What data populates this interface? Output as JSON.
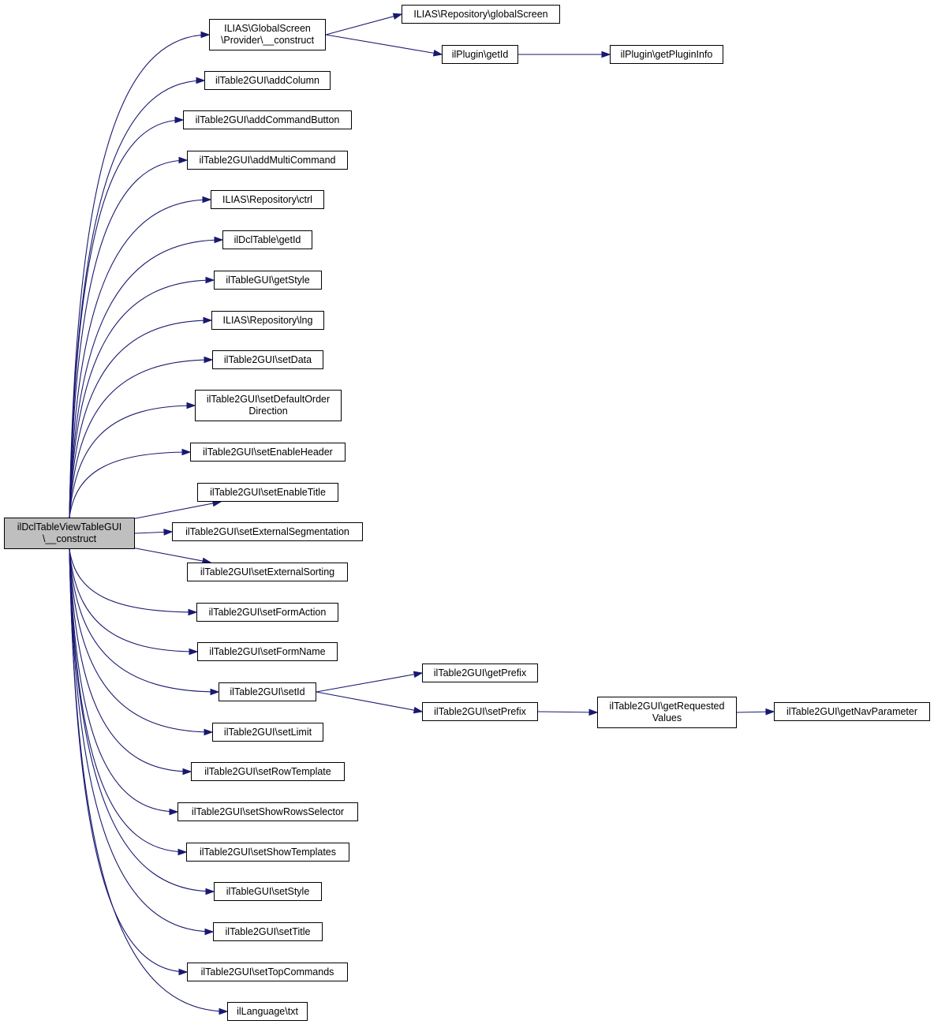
{
  "root": {
    "id": "root",
    "label": "ilDclTableViewTableGUI\n\\__construct"
  },
  "nodes": [
    {
      "id": "n_provider",
      "label": "ILIAS\\GlobalScreen\n\\Provider\\__construct"
    },
    {
      "id": "n_globalscreen",
      "label": "ILIAS\\Repository\\globalScreen"
    },
    {
      "id": "n_plugin_getid",
      "label": "ilPlugin\\getId"
    },
    {
      "id": "n_plugin_info",
      "label": "ilPlugin\\getPluginInfo"
    },
    {
      "id": "n_addcolumn",
      "label": "ilTable2GUI\\addColumn"
    },
    {
      "id": "n_addcmdbtn",
      "label": "ilTable2GUI\\addCommandButton"
    },
    {
      "id": "n_addmulti",
      "label": "ilTable2GUI\\addMultiCommand"
    },
    {
      "id": "n_ctrl",
      "label": "ILIAS\\Repository\\ctrl"
    },
    {
      "id": "n_dcl_getid",
      "label": "ilDclTable\\getId"
    },
    {
      "id": "n_getstyle",
      "label": "ilTableGUI\\getStyle"
    },
    {
      "id": "n_lng",
      "label": "ILIAS\\Repository\\lng"
    },
    {
      "id": "n_setdata",
      "label": "ilTable2GUI\\setData"
    },
    {
      "id": "n_setdefaultorder",
      "label": "ilTable2GUI\\setDefaultOrder\nDirection"
    },
    {
      "id": "n_setenableheader",
      "label": "ilTable2GUI\\setEnableHeader"
    },
    {
      "id": "n_setenabletitle",
      "label": "ilTable2GUI\\setEnableTitle"
    },
    {
      "id": "n_setextseg",
      "label": "ilTable2GUI\\setExternalSegmentation"
    },
    {
      "id": "n_setextsort",
      "label": "ilTable2GUI\\setExternalSorting"
    },
    {
      "id": "n_setformaction",
      "label": "ilTable2GUI\\setFormAction"
    },
    {
      "id": "n_setformname",
      "label": "ilTable2GUI\\setFormName"
    },
    {
      "id": "n_setid",
      "label": "ilTable2GUI\\setId"
    },
    {
      "id": "n_getprefix",
      "label": "ilTable2GUI\\getPrefix"
    },
    {
      "id": "n_setprefix",
      "label": "ilTable2GUI\\setPrefix"
    },
    {
      "id": "n_getrequested",
      "label": "ilTable2GUI\\getRequested\nValues"
    },
    {
      "id": "n_getnavparam",
      "label": "ilTable2GUI\\getNavParameter"
    },
    {
      "id": "n_setlimit",
      "label": "ilTable2GUI\\setLimit"
    },
    {
      "id": "n_setrowtemplate",
      "label": "ilTable2GUI\\setRowTemplate"
    },
    {
      "id": "n_setshowrows",
      "label": "ilTable2GUI\\setShowRowsSelector"
    },
    {
      "id": "n_setshowtemplates",
      "label": "ilTable2GUI\\setShowTemplates"
    },
    {
      "id": "n_setstyle",
      "label": "ilTableGUI\\setStyle"
    },
    {
      "id": "n_settitle",
      "label": "ilTable2GUI\\setTitle"
    },
    {
      "id": "n_settopcommands",
      "label": "ilTable2GUI\\setTopCommands"
    },
    {
      "id": "n_language_txt",
      "label": "ilLanguage\\txt"
    }
  ],
  "edges": [
    [
      "root",
      "n_provider"
    ],
    [
      "root",
      "n_addcolumn"
    ],
    [
      "root",
      "n_addcmdbtn"
    ],
    [
      "root",
      "n_addmulti"
    ],
    [
      "root",
      "n_ctrl"
    ],
    [
      "root",
      "n_dcl_getid"
    ],
    [
      "root",
      "n_getstyle"
    ],
    [
      "root",
      "n_lng"
    ],
    [
      "root",
      "n_setdata"
    ],
    [
      "root",
      "n_setdefaultorder"
    ],
    [
      "root",
      "n_setenableheader"
    ],
    [
      "root",
      "n_setenabletitle"
    ],
    [
      "root",
      "n_setextseg"
    ],
    [
      "root",
      "n_setextsort"
    ],
    [
      "root",
      "n_setformaction"
    ],
    [
      "root",
      "n_setformname"
    ],
    [
      "root",
      "n_setid"
    ],
    [
      "root",
      "n_setlimit"
    ],
    [
      "root",
      "n_setrowtemplate"
    ],
    [
      "root",
      "n_setshowrows"
    ],
    [
      "root",
      "n_setshowtemplates"
    ],
    [
      "root",
      "n_setstyle"
    ],
    [
      "root",
      "n_settitle"
    ],
    [
      "root",
      "n_settopcommands"
    ],
    [
      "root",
      "n_language_txt"
    ],
    [
      "n_provider",
      "n_globalscreen"
    ],
    [
      "n_provider",
      "n_plugin_getid"
    ],
    [
      "n_plugin_getid",
      "n_plugin_info"
    ],
    [
      "n_setid",
      "n_getprefix"
    ],
    [
      "n_setid",
      "n_setprefix"
    ],
    [
      "n_setprefix",
      "n_getrequested"
    ],
    [
      "n_getrequested",
      "n_getnavparam"
    ]
  ],
  "colors": {
    "edge": "#191970",
    "root_fill": "#bfbfbf",
    "node_fill": "#ffffff",
    "border": "#000000"
  }
}
